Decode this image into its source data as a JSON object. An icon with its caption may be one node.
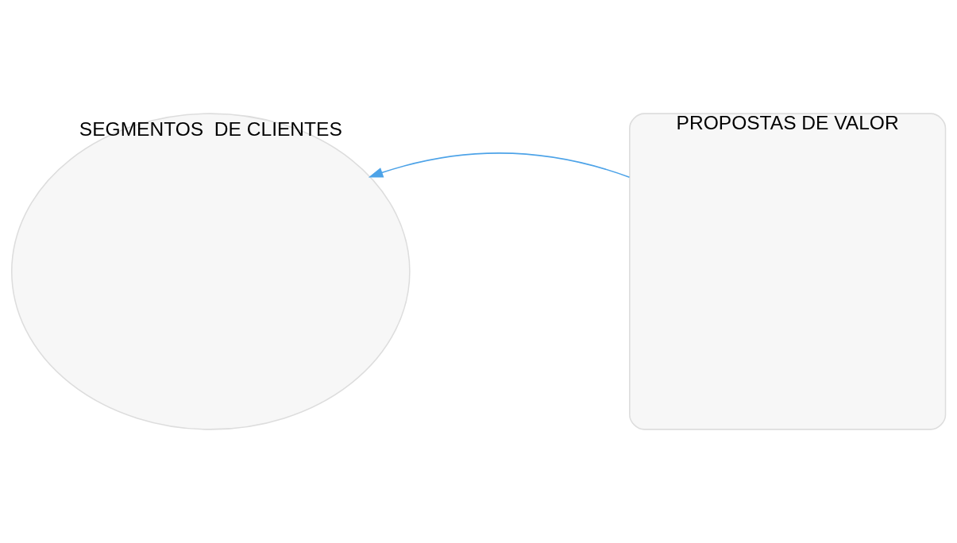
{
  "diagram": {
    "nodes": [
      {
        "text": [
          "SEGMENTOS  DE CLIENTES"
        ]
      },
      {
        "text": [
          "PROPOSTAS DE VALOR"
        ]
      }
    ],
    "edges": [
      {
        "from": 1,
        "to": 0,
        "arrow": "to",
        "color": "#4da3e8"
      }
    ]
  }
}
